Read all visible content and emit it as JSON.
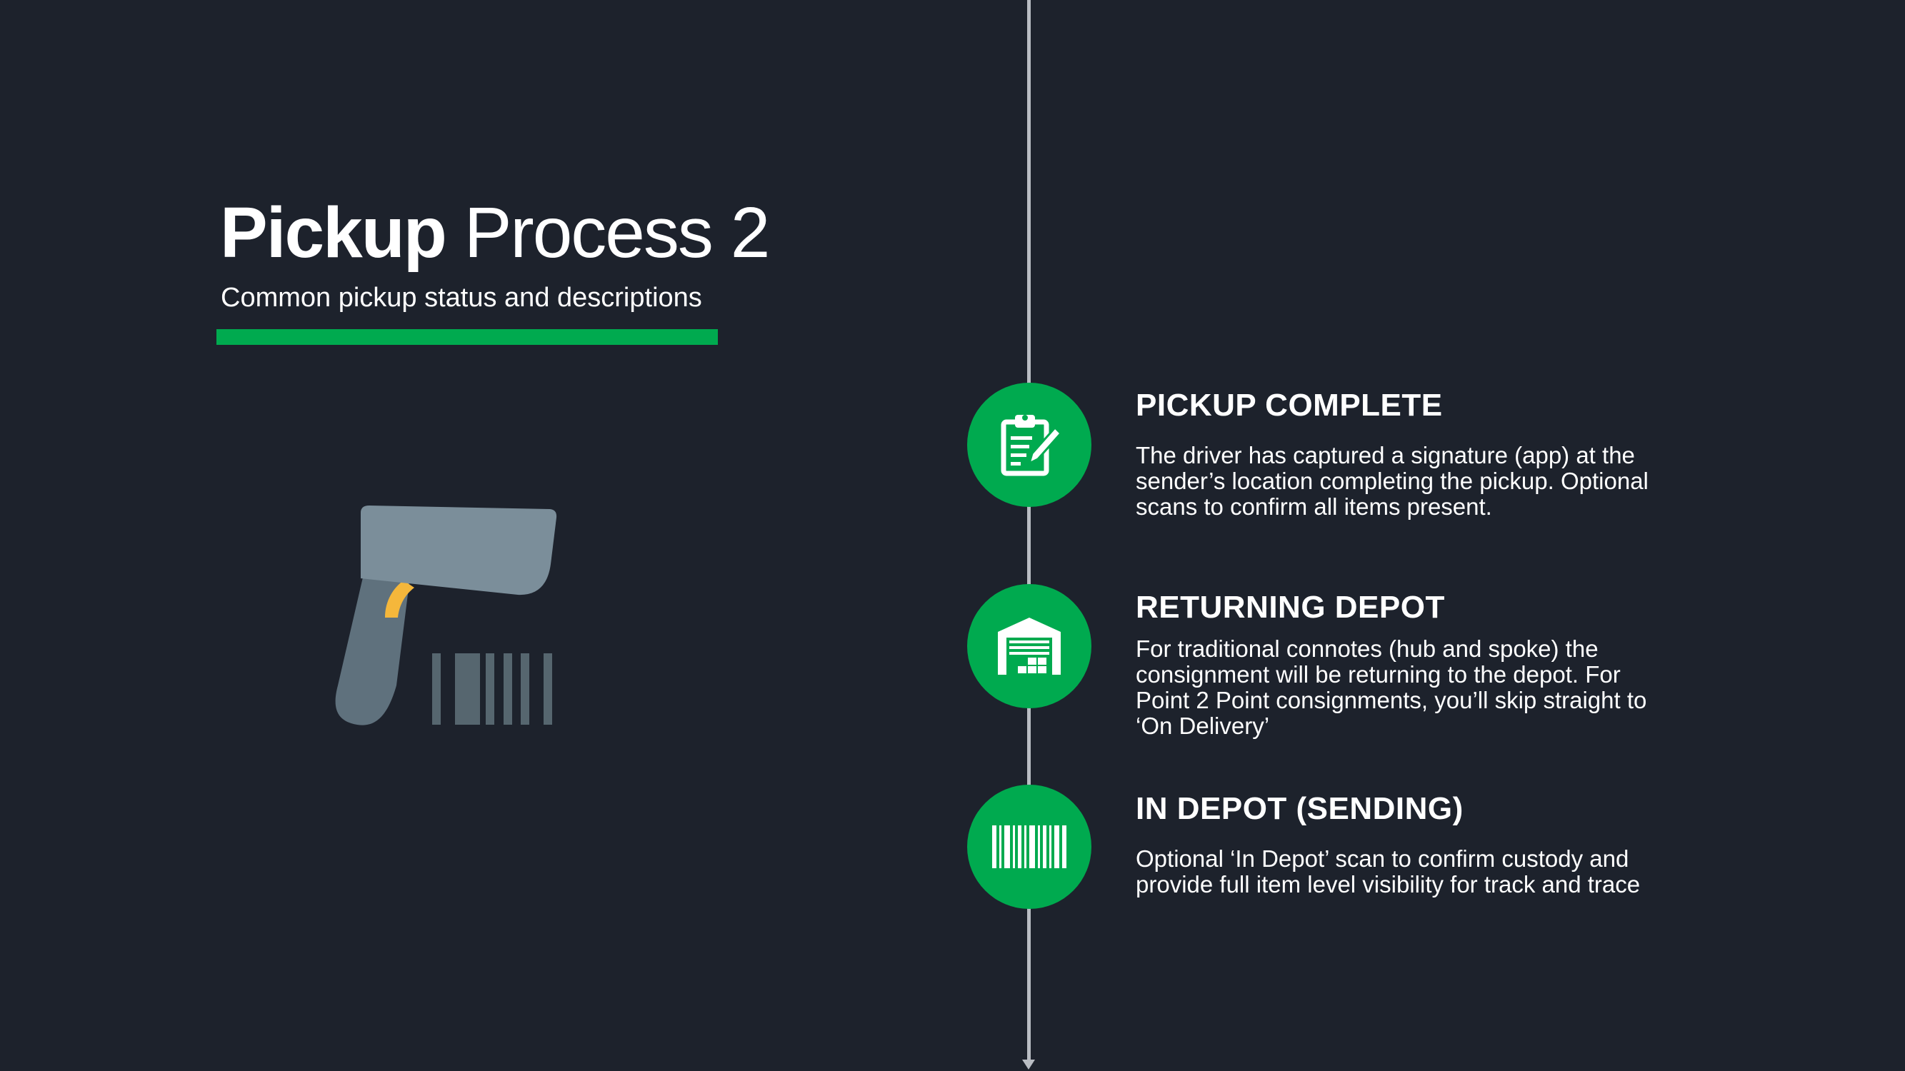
{
  "header": {
    "title_bold": "Pickup",
    "title_light": "Process 2",
    "subtitle": "Common pickup status and descriptions"
  },
  "colors": {
    "background": "#1d222c",
    "accent_green": "#00aa4f",
    "timeline_line": "#b9bdc3",
    "scanner_body": "#7b8e9a",
    "scanner_grip": "#5f717d",
    "scanner_trigger": "#f5b73b",
    "barcode": "#56666f"
  },
  "illustration": {
    "icon": "barcode-scanner-icon"
  },
  "steps": [
    {
      "icon": "clipboard-edit-icon",
      "title": "PICKUP COMPLETE",
      "description": "The driver has captured a signature (app) at the\nsender’s location completing the pickup. Optional\nscans to confirm all items present."
    },
    {
      "icon": "warehouse-icon",
      "title": "RETURNING DEPOT",
      "description": "For traditional connotes (hub and spoke) the\nconsignment will be returning to the depot. For\nPoint 2 Point consignments, you’ll skip straight to\n‘On Delivery’"
    },
    {
      "icon": "barcode-icon",
      "title": "IN DEPOT (SENDING)",
      "description": "Optional ‘In Depot’ scan to confirm custody and\nprovide full item level visibility for track and trace"
    }
  ]
}
